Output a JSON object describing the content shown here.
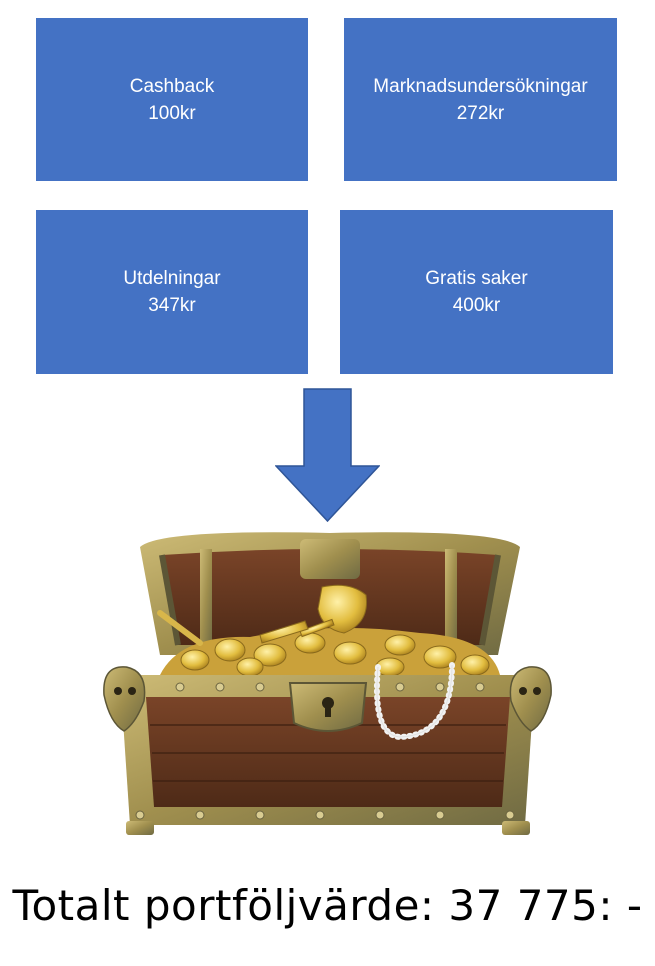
{
  "boxes": [
    {
      "label": "Cashback",
      "amount": "100kr"
    },
    {
      "label": "Marknadsundersökningar",
      "amount": "272kr"
    },
    {
      "label": "Utdelningar",
      "amount": "347kr"
    },
    {
      "label": "Gratis saker",
      "amount": "400kr"
    }
  ],
  "arrow": {
    "icon": "down-arrow-icon",
    "color": "#4472c4"
  },
  "image": {
    "icon": "treasure-chest-icon"
  },
  "total": {
    "text": "Totalt portföljvärde: 37 775: -"
  },
  "colors": {
    "box_fill": "#4472c4",
    "box_text": "#ffffff",
    "wood": "#6b3b22",
    "brass": "#b9a35a",
    "gold": "#e2bd3f"
  }
}
